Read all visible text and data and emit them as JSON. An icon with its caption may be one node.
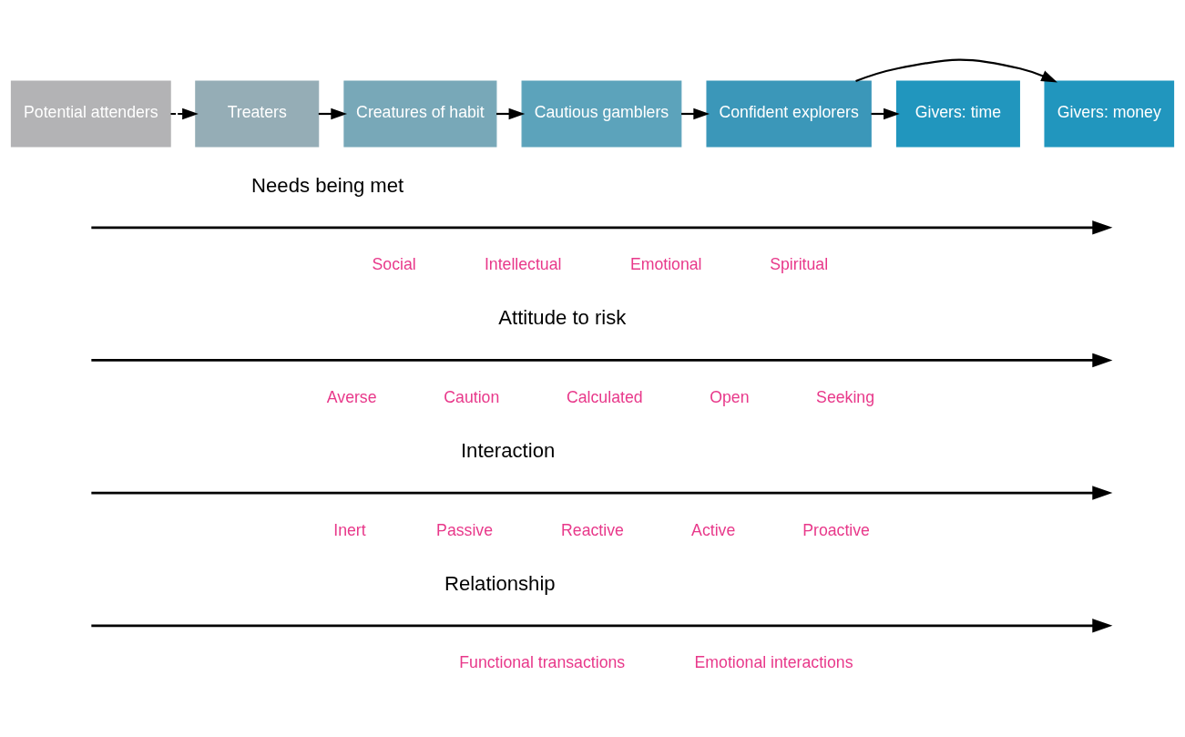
{
  "diagram": {
    "nodes": [
      {
        "text": [
          "Potential attenders"
        ]
      },
      {
        "text": [
          "Treaters"
        ]
      },
      {
        "text": [
          "Creatures of habit"
        ]
      },
      {
        "text": [
          "Cautious gamblers"
        ]
      },
      {
        "text": [
          "Confident explorers"
        ]
      },
      {
        "text": [
          "Givers: time"
        ]
      },
      {
        "text": [
          "Givers: money"
        ]
      }
    ],
    "edges": [
      {
        "from": 0,
        "to": 1,
        "arrow": "to",
        "style": "dashed"
      },
      {
        "from": 1,
        "to": 2,
        "arrow": "to"
      },
      {
        "from": 2,
        "to": 3,
        "arrow": "to"
      },
      {
        "from": 3,
        "to": 4,
        "arrow": "to"
      },
      {
        "from": 4,
        "to": 5,
        "arrow": "to"
      },
      {
        "from": 4,
        "to": 6,
        "arrow": "to"
      }
    ],
    "labels": [
      "Needs being met",
      "Social",
      "Intellectual",
      "Emotional",
      "Spiritual",
      "Attitude to risk",
      "Averse",
      "Caution",
      "Calculated",
      "Open",
      "Seeking",
      "Interaction",
      "Inert",
      "Passive",
      "Reactive",
      "Active",
      "Proactive",
      "Relationship",
      "Functional transactions",
      "Emotional interactions"
    ]
  }
}
